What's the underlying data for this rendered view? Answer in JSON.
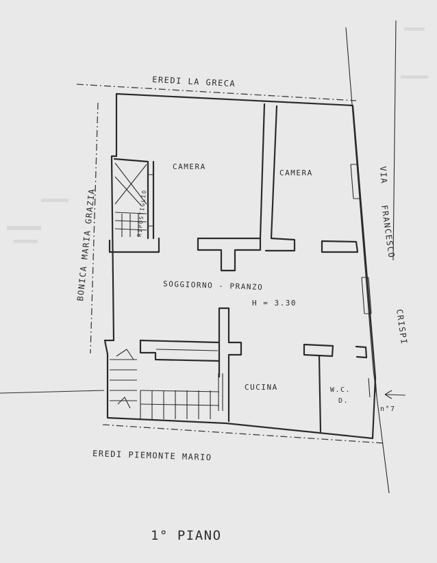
{
  "plan": {
    "floor_title": "1° PIANO",
    "neighbors": {
      "north": "EREDI  LA GRECA",
      "south": "EREDI  PIEMONTE  MARIO",
      "west": "BONICA  MARIA  GRAZIA"
    },
    "street": {
      "line1": "VIA",
      "line2": "FRANCESCO",
      "line3": "CRISPI"
    },
    "house_number": "n°7",
    "rooms": {
      "bedroom_left": "CAMERA",
      "bedroom_right": "CAMERA",
      "living_dining": "SOGGIORNO - PRANZO",
      "ceiling_height": "H = 3.30",
      "kitchen": "CUCINA",
      "wc_line1": "W.C.",
      "wc_line2": "D.",
      "closet": "RIPOSTIGLIO"
    },
    "colors": {
      "paper": "#e9e9ea",
      "ink": "#2a2a2a",
      "bleed": "#b8b8bb"
    }
  }
}
